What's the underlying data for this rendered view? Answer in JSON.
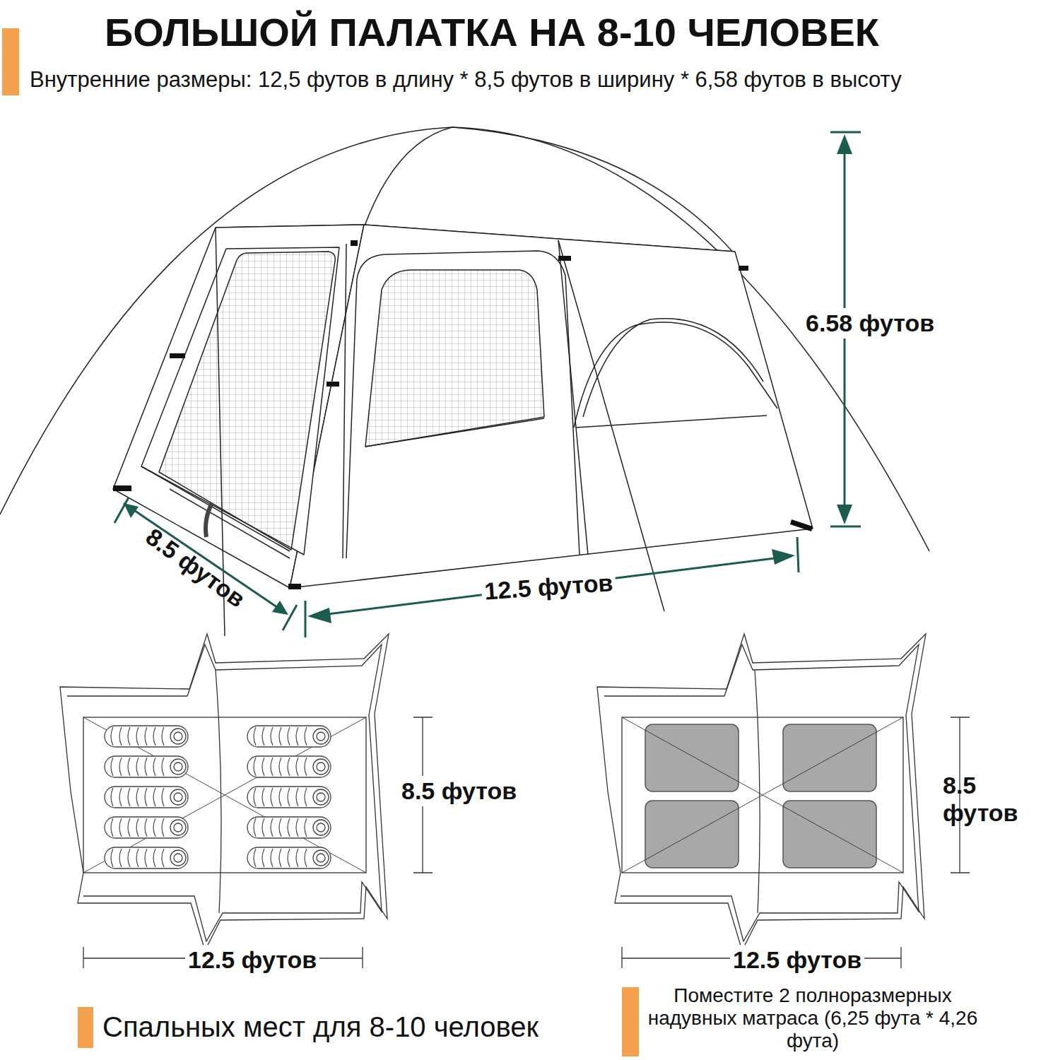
{
  "diagram": {
    "title": "БОЛЬШОЙ ПАЛАТКА НА 8-10 ЧЕЛОВЕК",
    "labels": [
      "Внутренние размеры: 12,5 футов в длину * 8,5 футов в ширину * 6,58 футов в высоту",
      "6.58 футов",
      "8.5 футов",
      "12.5 футов",
      "8.5 футов",
      "12.5 футов",
      "8.5 футов",
      "12.5 футов",
      "Спальных мест для 8-10 человек",
      "Поместите 2 полноразмерных надувных матраса (6,25 фута * 4,26 фута)"
    ]
  }
}
